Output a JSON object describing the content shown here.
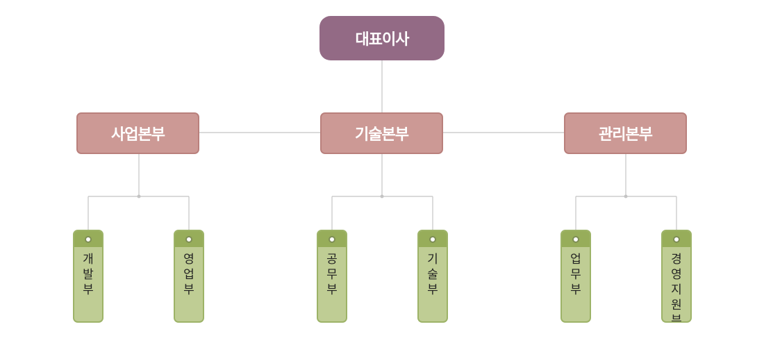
{
  "ceo": {
    "label": "대표이사"
  },
  "divisions": [
    {
      "label": "사업본부"
    },
    {
      "label": "기술본부"
    },
    {
      "label": "관리본부"
    }
  ],
  "departments": [
    {
      "label": "개발부"
    },
    {
      "label": "영업부"
    },
    {
      "label": "공무부"
    },
    {
      "label": "기술부"
    },
    {
      "label": "업무부"
    },
    {
      "label": "경영지원부"
    }
  ],
  "colors": {
    "ceo_fill": "#936a85",
    "division_fill": "#cc9995",
    "division_border": "#b9807c",
    "department_fill": "#bfcd94",
    "department_cap": "#97ad5a",
    "connector": "#c4c4c4"
  }
}
